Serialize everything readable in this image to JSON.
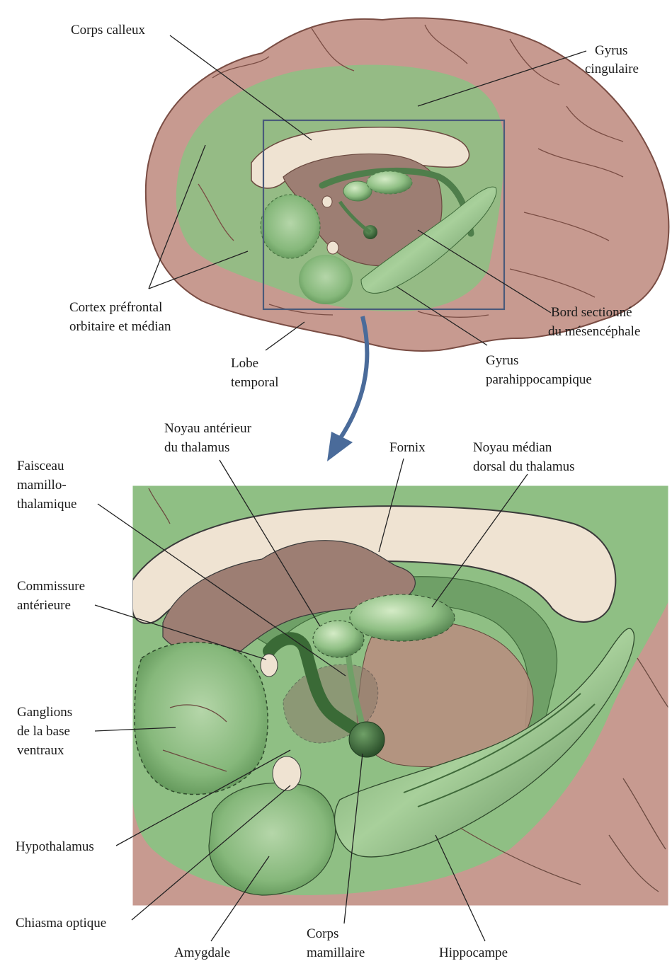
{
  "top_labels": {
    "corps_calleux": "Corps calleux",
    "gyrus_cingulaire_1": "Gyrus",
    "gyrus_cingulaire_2": "cingulaire",
    "cortex_prefrontal_1": "Cortex préfrontal",
    "cortex_prefrontal_2": "orbitaire et médian",
    "bord_sectionne_1": "Bord sectionné",
    "bord_sectionne_2": "du mésencéphale",
    "lobe_temporal_1": "Lobe",
    "lobe_temporal_2": "temporal",
    "gyrus_parahippo_1": "Gyrus",
    "gyrus_parahippo_2": "parahippocampique"
  },
  "bottom_labels": {
    "noyau_anterieur_1": "Noyau antérieur",
    "noyau_anterieur_2": "du thalamus",
    "fornix": "Fornix",
    "noyau_median_1": "Noyau médian",
    "noyau_median_2": "dorsal du thalamus",
    "faisceau_1": "Faisceau",
    "faisceau_2": "mamillo-",
    "faisceau_3": "thalamique",
    "commissure_1": "Commissure",
    "commissure_2": "antérieure",
    "ganglions_1": "Ganglions",
    "ganglions_2": "de la base",
    "ganglions_3": "ventraux",
    "hypothalamus": "Hypothalamus",
    "chiasma": "Chiasma optique",
    "amygdale": "Amygdale",
    "corps_mamillaire_1": "Corps",
    "corps_mamillaire_2": "mamillaire",
    "hippocampe": "Hippocampe"
  },
  "colors": {
    "brain": "#c79a90",
    "brain_dark": "#8a5a4e",
    "limbic_green": "#8fbf84",
    "green_dark": "#4f7e4b",
    "cream": "#efe3d2",
    "thalamus": "#9d7e73"
  }
}
